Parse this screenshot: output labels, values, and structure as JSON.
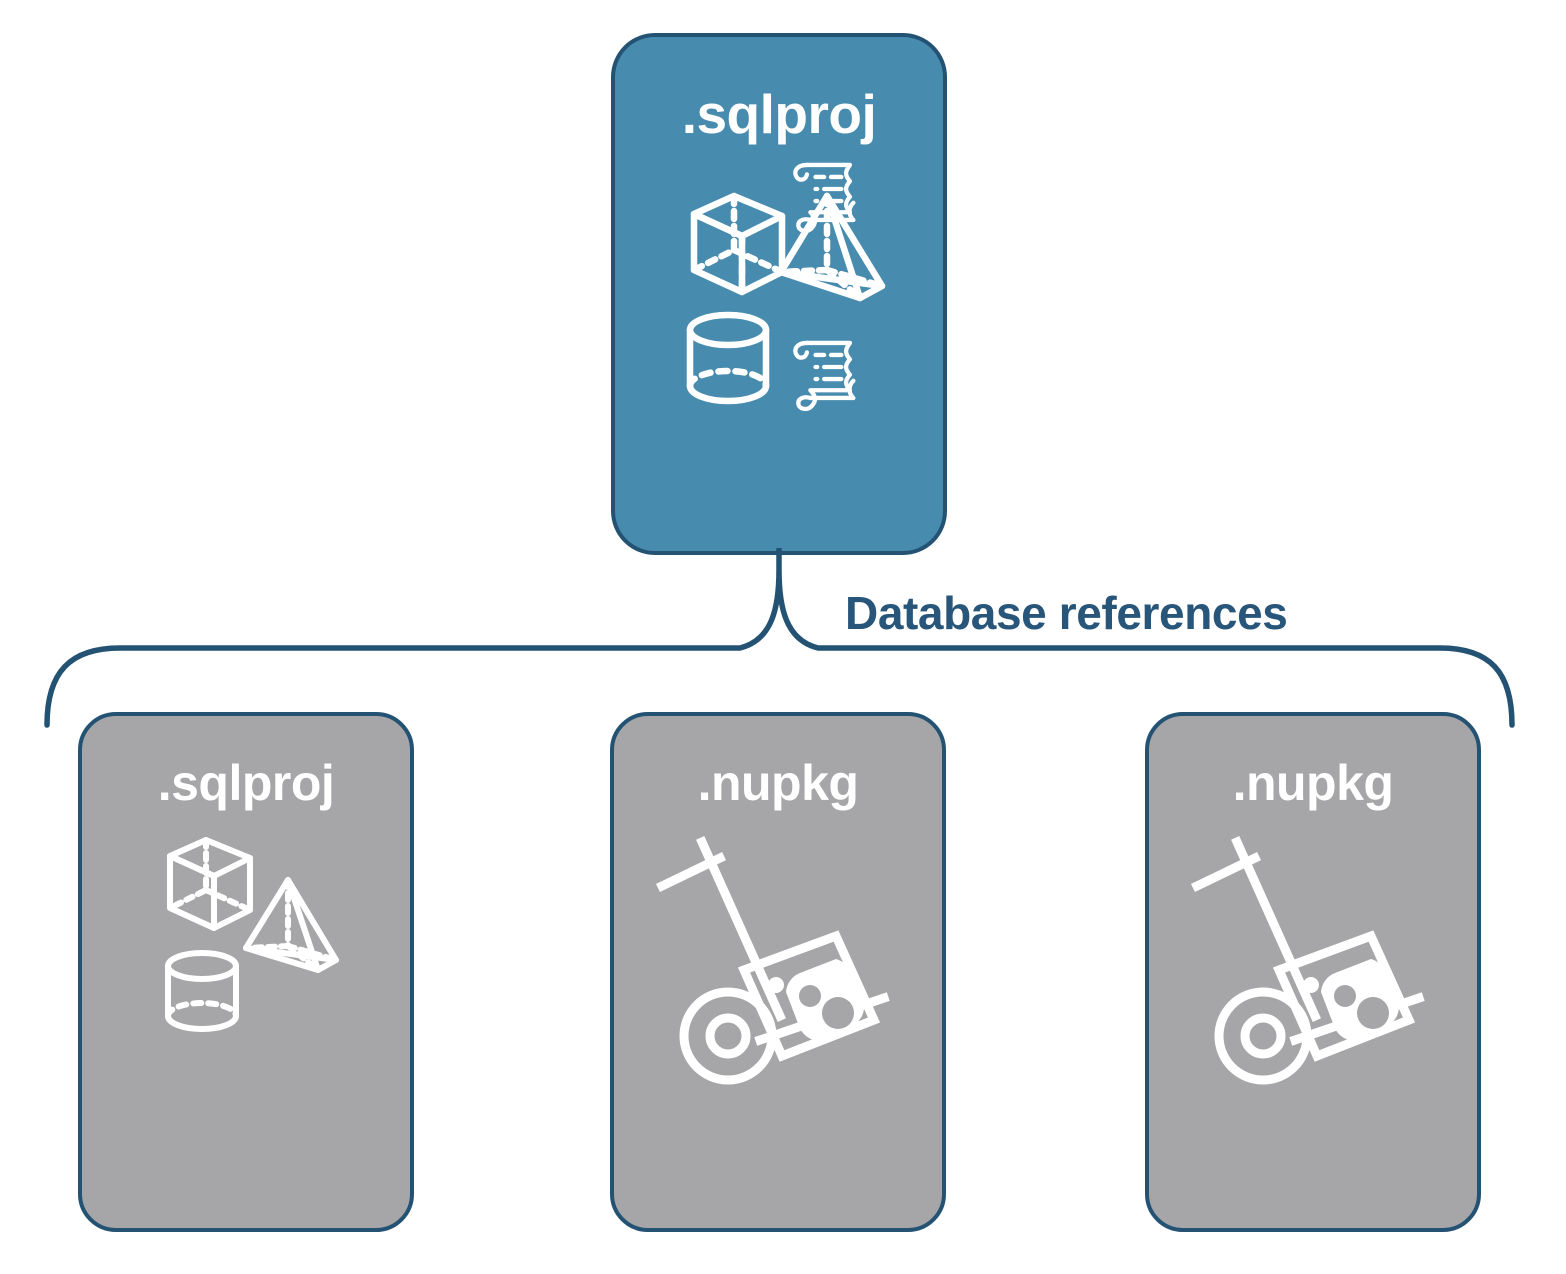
{
  "diagram": {
    "title": "Database references",
    "colors": {
      "accent_fill": "#478BAE",
      "neutral_fill": "#A6A6A8",
      "outline": "#245273",
      "label_text": "#28567A",
      "card_text": "#FFFFFF",
      "background": "#FFFFFF"
    },
    "connector": {
      "type": "curly-brace",
      "label": "Database references"
    },
    "root": {
      "label": ".sqlproj",
      "style": "accent",
      "icons": [
        "cube-icon",
        "pyramid-icon",
        "cylinder-icon",
        "scroll-icon",
        "scroll-icon"
      ]
    },
    "children": [
      {
        "label": ".sqlproj",
        "style": "neutral",
        "icons": [
          "cube-icon",
          "pyramid-icon",
          "cylinder-icon"
        ]
      },
      {
        "label": ".nupkg",
        "style": "neutral",
        "icons": [
          "hand-truck-package-icon"
        ]
      },
      {
        "label": ".nupkg",
        "style": "neutral",
        "icons": [
          "hand-truck-package-icon"
        ]
      }
    ]
  }
}
